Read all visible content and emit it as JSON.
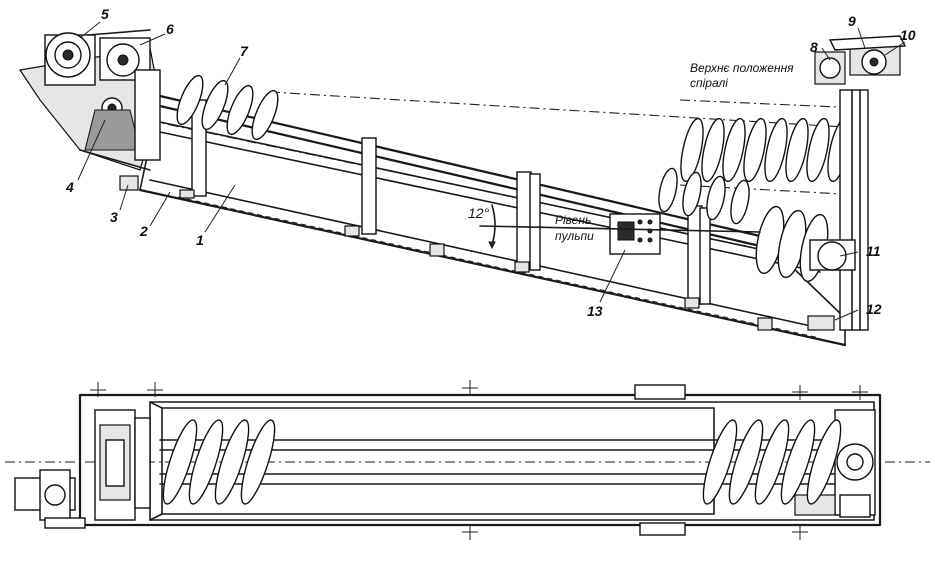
{
  "callouts": {
    "n1": "1",
    "n2": "2",
    "n3": "3",
    "n4": "4",
    "n5": "5",
    "n6": "6",
    "n7": "7",
    "n8": "8",
    "n9": "9",
    "n10": "10",
    "n11": "11",
    "n12": "12",
    "n13": "13"
  },
  "labels": {
    "upper_position_line1": "Верхнє положення",
    "upper_position_line2": "спіралі",
    "pulp_level_line1": "Рівень",
    "pulp_level_line2": "пульпи",
    "angle": "12°"
  }
}
